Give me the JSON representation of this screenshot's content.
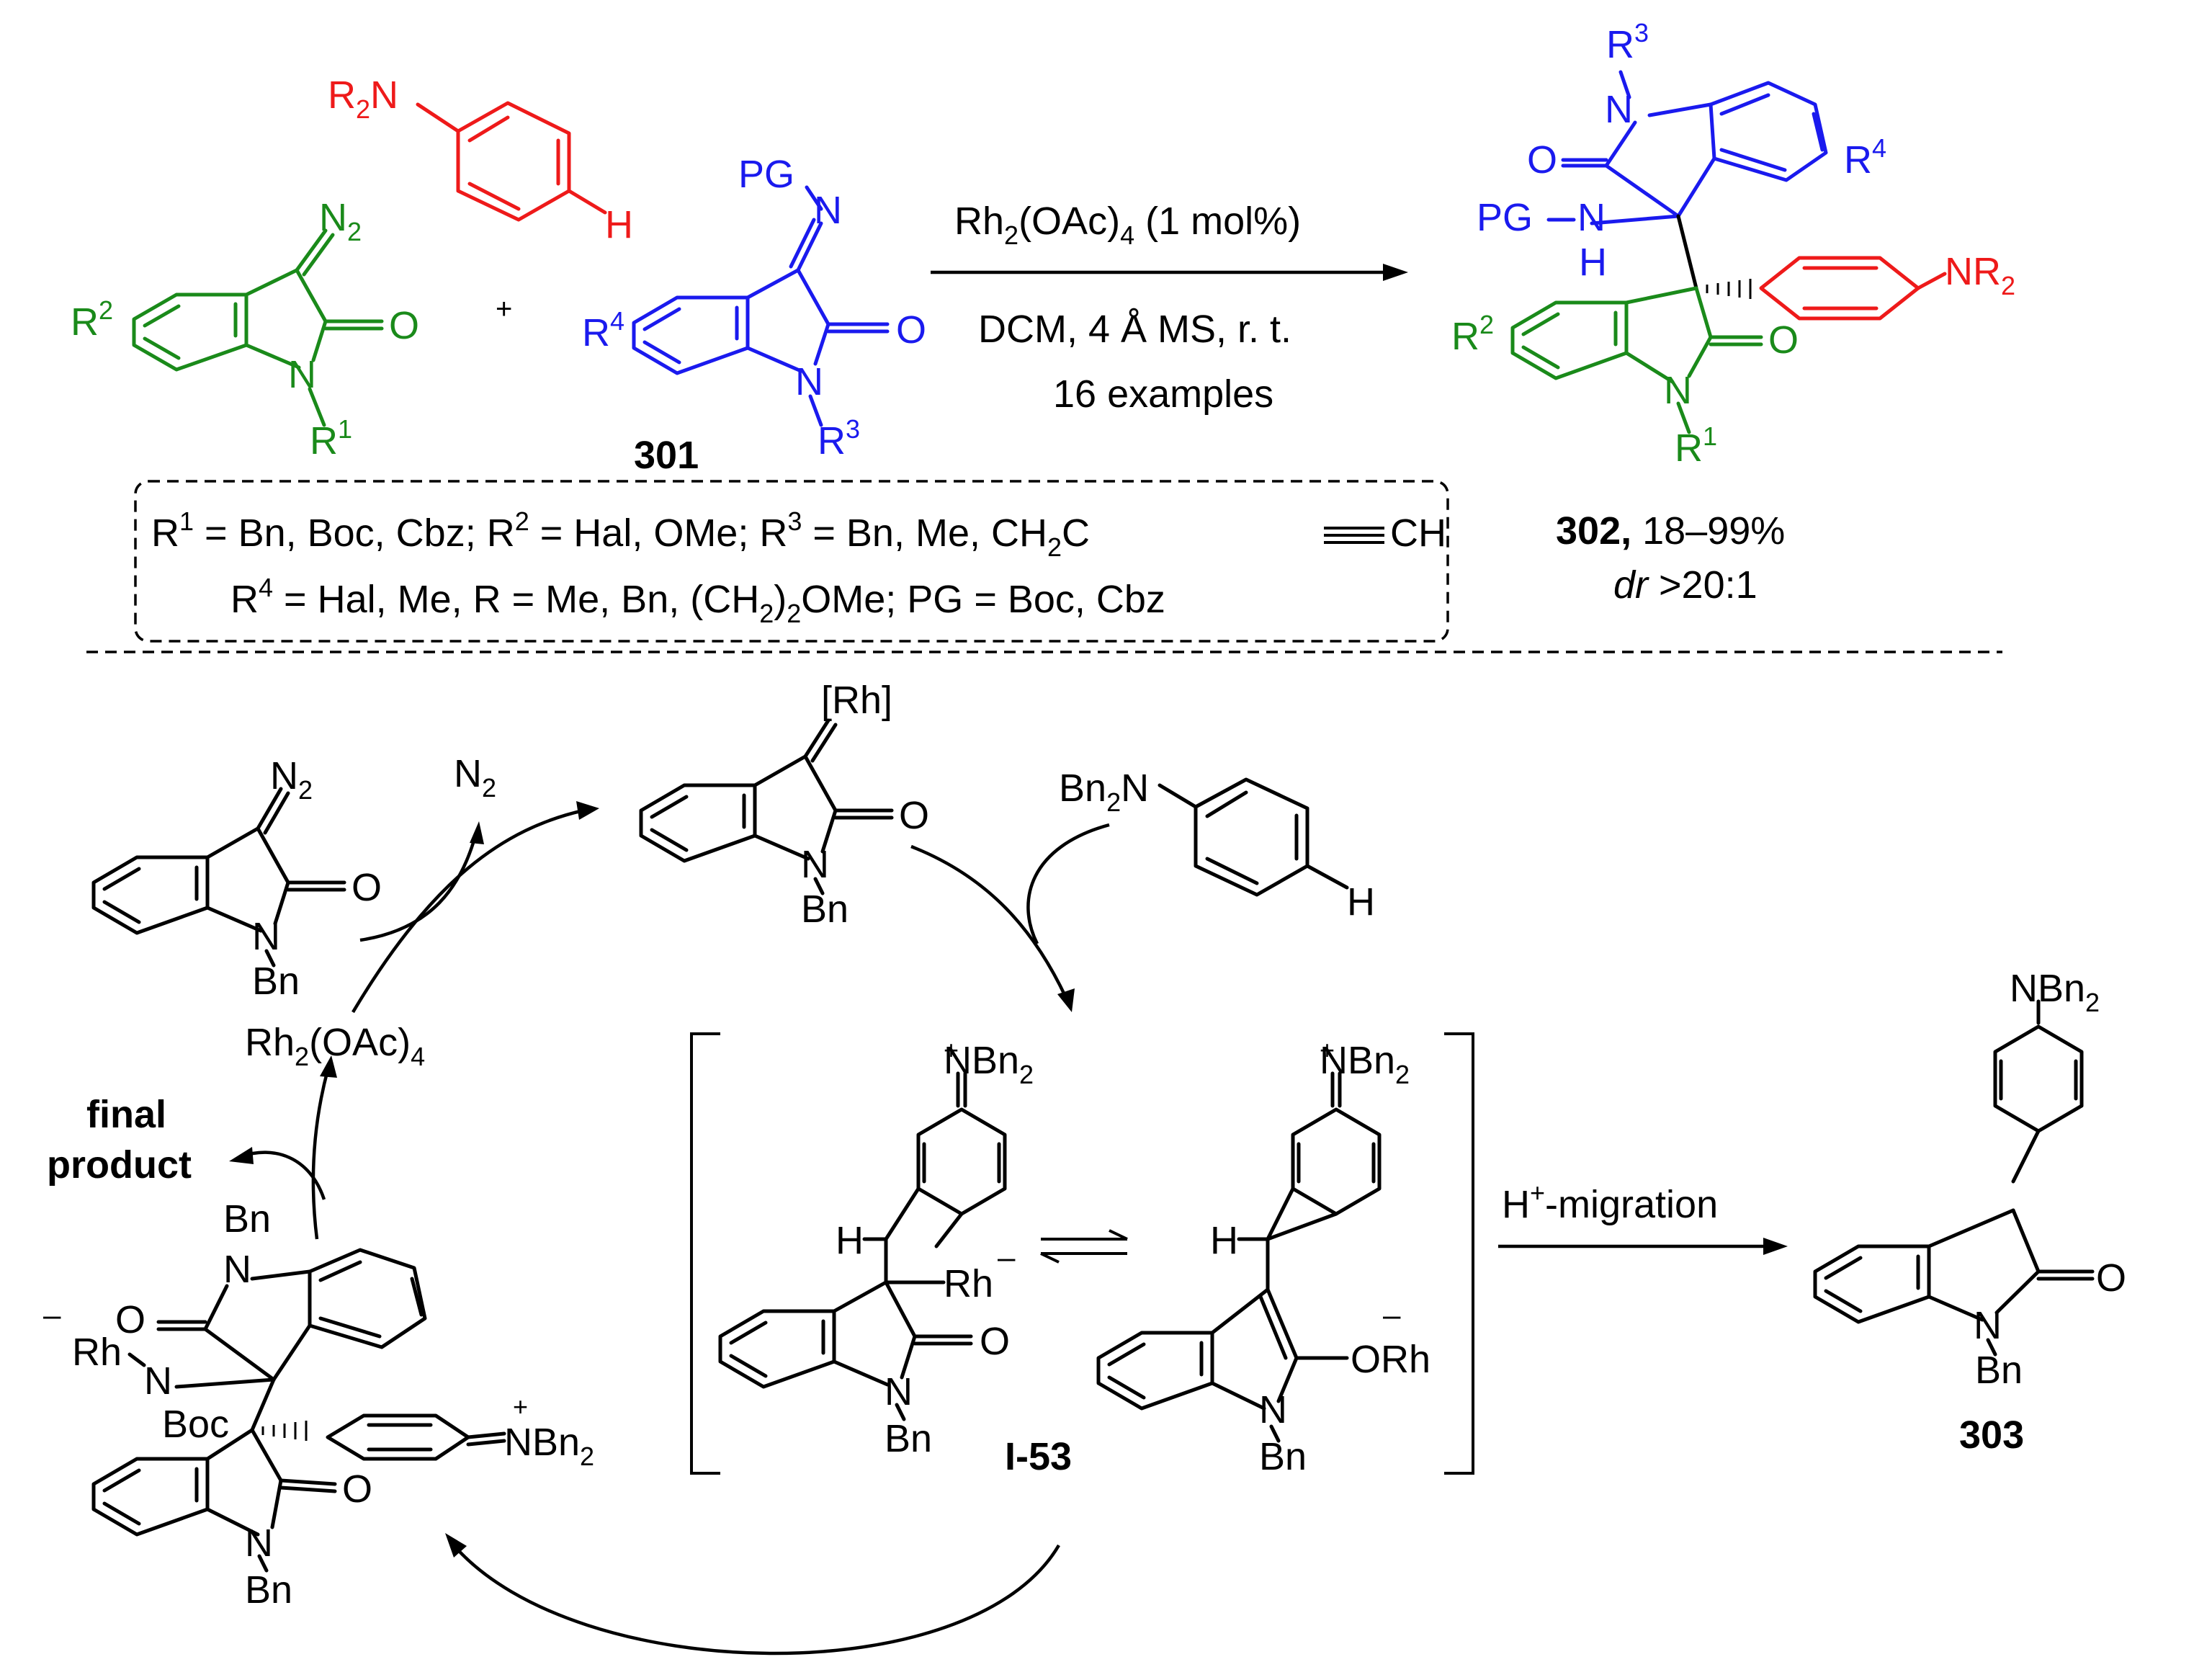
{
  "colors": {
    "green": "#1a8a1a",
    "blue": "#1a1aee",
    "red": "#ee1a1a",
    "black": "#000000"
  },
  "top": {
    "diazo_label": "N",
    "diazo_sub": "2",
    "r2": "R",
    "r2_sup": "2",
    "r1": "R",
    "r1_sup": "1",
    "o": "O",
    "n": "N",
    "amine_r2n": "R",
    "amine_r2n_sub": "2",
    "amine_n": "N",
    "h": "H",
    "plus": "+",
    "pg": "PG",
    "r4": "R",
    "r4_sup": "4",
    "r3": "R",
    "r3_sup": "3",
    "compound_301": "301",
    "conditions_1a": "Rh",
    "conditions_1b": "2",
    "conditions_1c": "(OAc)",
    "conditions_1d": "4",
    "conditions_1e": " (1 mol%)",
    "conditions_2": "DCM, 4 Å MS, r. t.",
    "conditions_3": "16 examples",
    "product_nr2": "NR",
    "product_nr2_sub": "2",
    "product_nh": "NH",
    "product_label": "302,",
    "product_yield": " 18–99%",
    "dr_label": "dr",
    "dr_value": " >20:1"
  },
  "legend": {
    "line1": [
      {
        "t": "R",
        "s": ""
      },
      {
        "t": "1",
        "s": "sup"
      },
      {
        "t": " = Bn, Boc, Cbz; R",
        "s": ""
      },
      {
        "t": "2",
        "s": "sup"
      },
      {
        "t": " = Hal, OMe; R",
        "s": ""
      },
      {
        "t": "3",
        "s": "sup"
      },
      {
        "t": " = Bn, Me, CH",
        "s": ""
      },
      {
        "t": "2",
        "s": "sub"
      },
      {
        "t": "C",
        "s": ""
      }
    ],
    "line1_tail": "CH",
    "line2": [
      {
        "t": "R",
        "s": ""
      },
      {
        "t": "4",
        "s": "sup"
      },
      {
        "t": " = Hal, Me, R = Me, Bn, (CH",
        "s": ""
      },
      {
        "t": "2",
        "s": "sub"
      },
      {
        "t": ")",
        "s": ""
      },
      {
        "t": "2",
        "s": "sub"
      },
      {
        "t": "OMe; PG = Boc, Cbz",
        "s": ""
      }
    ]
  },
  "cycle": {
    "n2": "N",
    "n2_sub": "2",
    "bn": "Bn",
    "rh_carbene": "[Rh]",
    "bn2n": "Bn",
    "bn2n_sub": "2",
    "rh2oac4_a": "Rh",
    "rh2oac4_b": "2",
    "rh2oac4_c": "(OAc)",
    "rh2oac4_d": "4",
    "final_1": "final",
    "final_2": "product",
    "nbn2": "NBn",
    "nbn2_sub": "2",
    "plus_sup": "+",
    "minus_sup": "–",
    "rh": "Rh",
    "orh": "ORh",
    "boc": "Boc",
    "intermediate": "I-53",
    "h_migration_a": "H",
    "h_migration_b": "+",
    "h_migration_c": "-migration",
    "compound_303": "303"
  }
}
